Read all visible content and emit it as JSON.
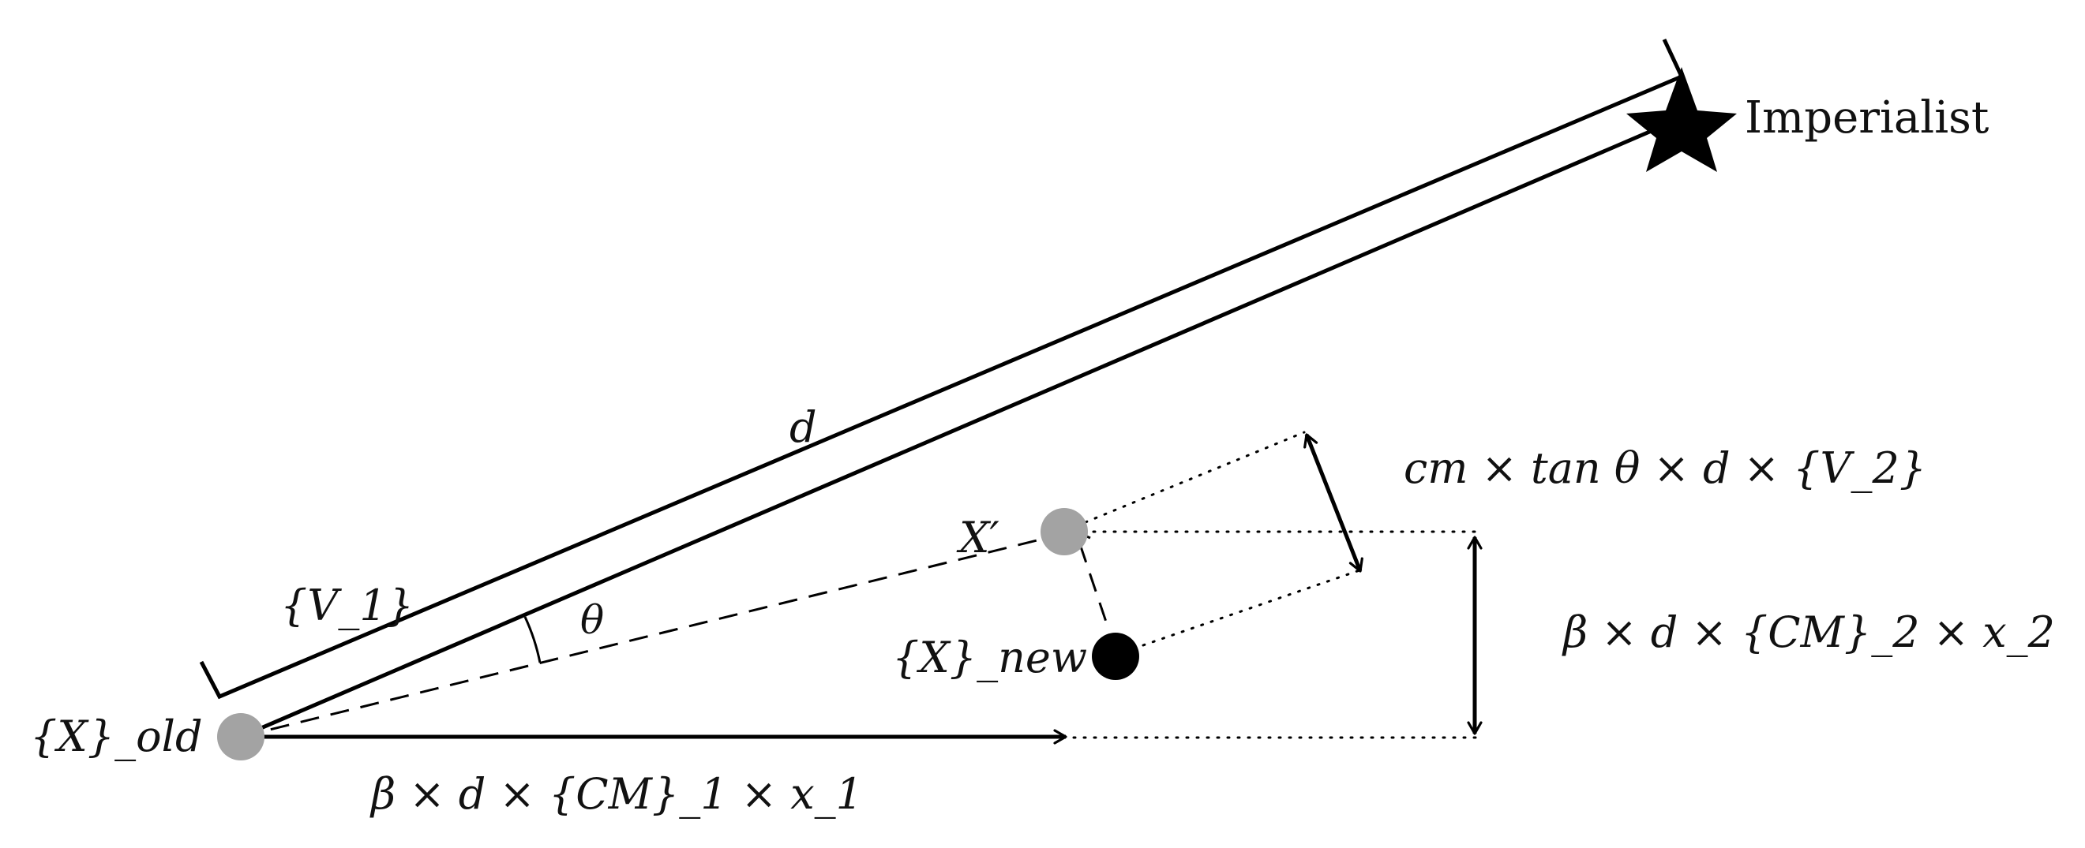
{
  "colors": {
    "ink": "#000000",
    "point_gray": "#a3a3a3",
    "point_new": "#000000"
  },
  "labels": {
    "imperialist": "Imperialist",
    "distance": "d",
    "v1": "{V_1}",
    "theta": "θ",
    "x_old": "{X}_old",
    "x_prime": "X′",
    "x_new": "{X}_new",
    "term_x1": "β × d × {CM}_1 × x_1",
    "term_x2": "β × d × {CM}_2 × x_2",
    "term_v2": "cm × tan θ × d × {V_2}"
  },
  "icons": {
    "imperialist_marker": "star-icon"
  }
}
